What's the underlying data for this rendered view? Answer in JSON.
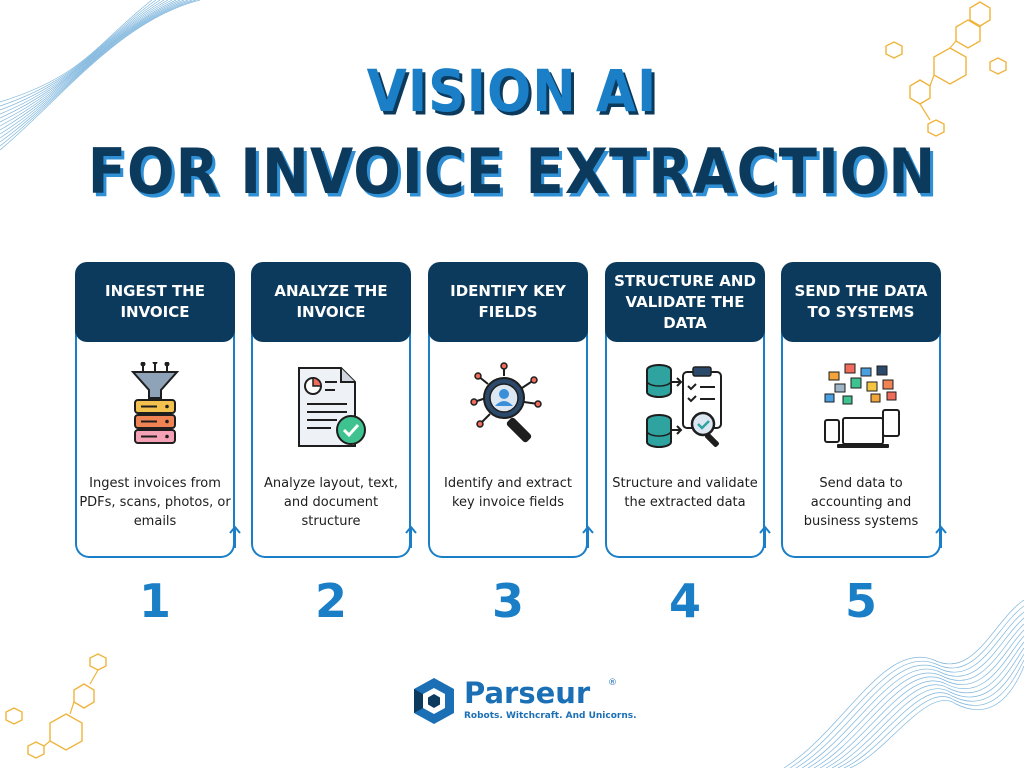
{
  "title": {
    "line1": "VISION AI",
    "line2": "FOR INVOICE EXTRACTION"
  },
  "colors": {
    "primary": "#1a7fc6",
    "dark": "#0c3a5c",
    "hex_accent": "#f0b43c"
  },
  "steps": [
    {
      "number": "1",
      "title": "INGEST THE INVOICE",
      "description": "Ingest invoices from PDFs, scans, photos, or emails",
      "icon": "funnel-server-icon"
    },
    {
      "number": "2",
      "title": "ANALYZE THE INVOICE",
      "description": "Analyze layout, text, and document structure",
      "icon": "document-check-icon"
    },
    {
      "number": "3",
      "title": "IDENTIFY KEY FIELDS",
      "description": "Identify and extract key invoice fields",
      "icon": "magnifier-user-icon"
    },
    {
      "number": "4",
      "title": "STRUCTURE AND VALIDATE THE DATA",
      "description": "Structure and validate the extracted data",
      "icon": "database-clipboard-icon"
    },
    {
      "number": "5",
      "title": "SEND THE DATA TO SYSTEMS",
      "description": "Send data to accounting and business systems",
      "icon": "devices-apps-icon"
    }
  ],
  "brand": {
    "name": "Parseur",
    "registered": "®",
    "tagline": "Robots. Witchcraft. And Unicorns."
  }
}
